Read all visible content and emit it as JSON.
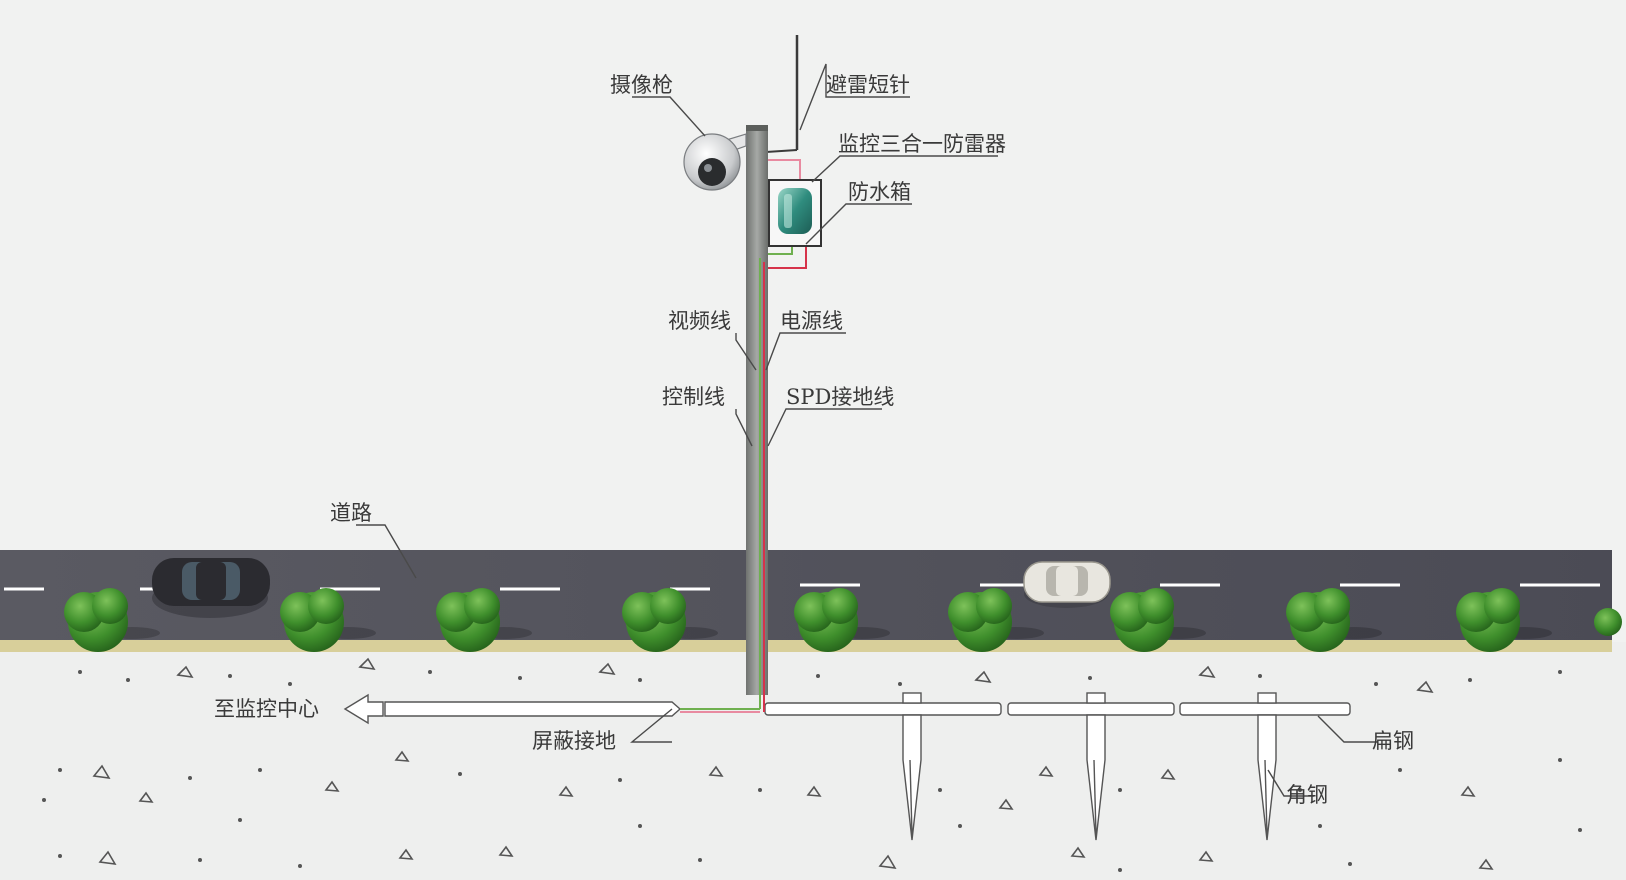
{
  "labels": {
    "camera": "摄像枪",
    "lightning_rod": "避雷短针",
    "surge_protector": "监控三合一防雷器",
    "waterproof_box": "防水箱",
    "video_cable": "视频线",
    "power_cable": "电源线",
    "control_cable": "控制线",
    "spd_ground_cable": "SPD接地线",
    "road": "道路",
    "to_control_center": "至监控中心",
    "shield_ground": "屏蔽接地",
    "flat_steel": "扁钢",
    "angle_steel": "角钢"
  },
  "colors": {
    "background": "#f1f2f1",
    "road": "#4b4b55",
    "lane_marking": "#ffffff",
    "curb": "#d8cf9a",
    "ground": "#eeefee",
    "pole": "#8c8f8c",
    "video_cable": "#6fb04f",
    "power_cable": "#d6334a",
    "spd_ground_cable": "#e88aa0",
    "tree": "#3f8f2c",
    "waterproof_box": "#3c9a8c"
  },
  "icons": {
    "camera": "dome-camera-icon",
    "car_dark": "dark-car-icon",
    "car_light": "white-car-icon",
    "tree": "shrub-icon",
    "arrow": "hollow-arrow-left-icon"
  }
}
